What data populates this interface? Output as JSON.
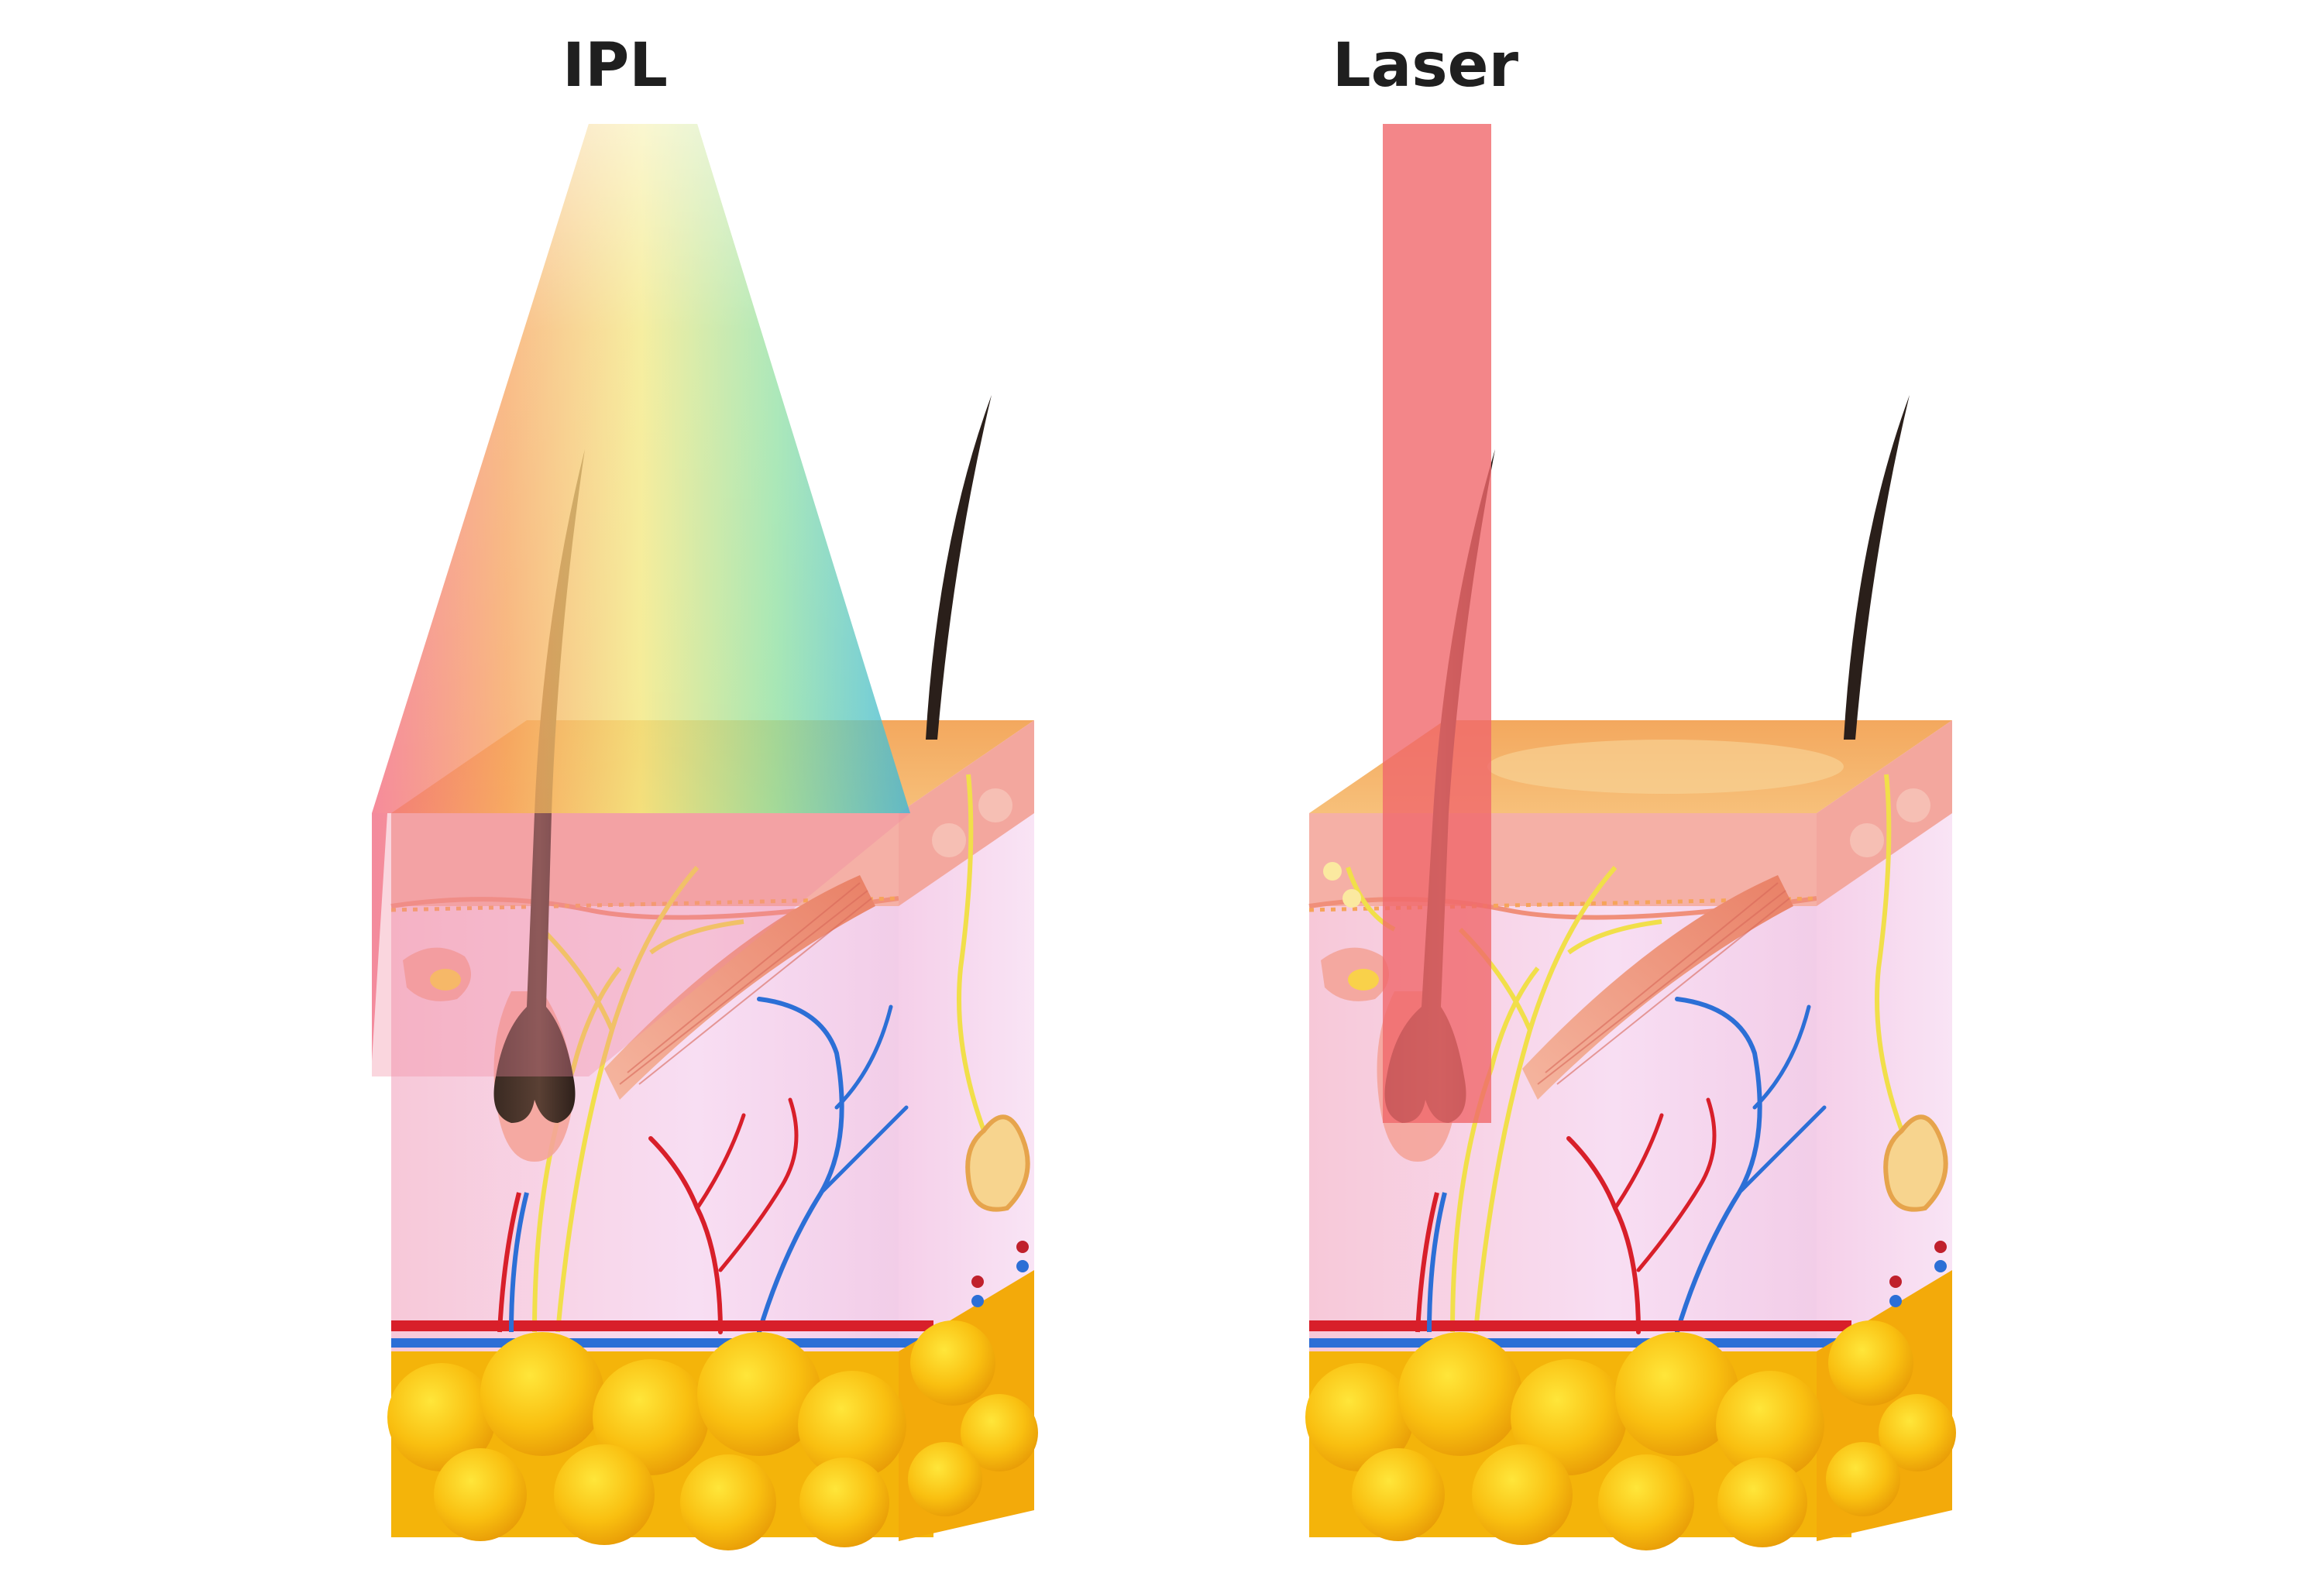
{
  "titles": {
    "ipl": "IPL",
    "laser": "Laser"
  },
  "colors": {
    "skin_top": "#f4b46b",
    "epidermis": "#f6b2a9",
    "dermis": "#f7d6ef",
    "fat": "#f8c00c",
    "hair": "#2a1f1a",
    "artery": "#d81f2a",
    "vein": "#2c6fd6",
    "nerve": "#f1df4a",
    "laser_beam": "#f0686c"
  },
  "icons": {
    "ipl_beam": "rainbow-light-cone",
    "laser_beam": "red-laser-beam"
  }
}
